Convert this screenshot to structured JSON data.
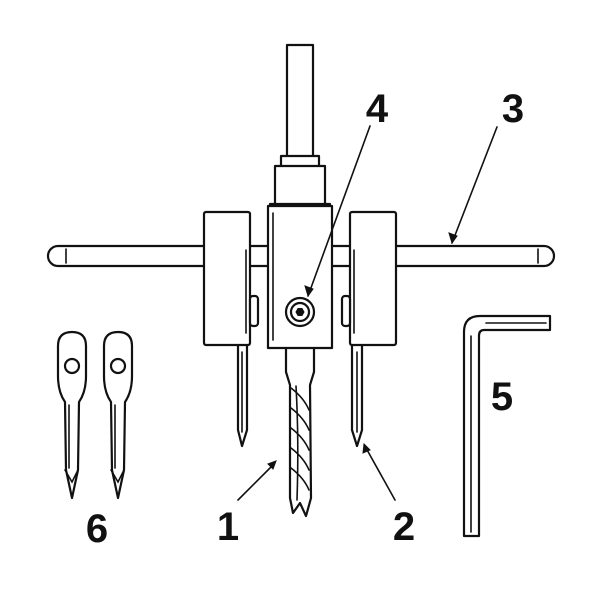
{
  "diagram": {
    "parts": [
      {
        "id": "drill-bit",
        "number": "1"
      },
      {
        "id": "cutter-blade",
        "number": "2"
      },
      {
        "id": "crossbar-rod",
        "number": "3"
      },
      {
        "id": "hex-set-screw",
        "number": "4"
      },
      {
        "id": "allen-key",
        "number": "5"
      },
      {
        "id": "spare-blades",
        "number": "6"
      }
    ],
    "colors": {
      "ink": "#111111",
      "paper": "#ffffff"
    }
  }
}
